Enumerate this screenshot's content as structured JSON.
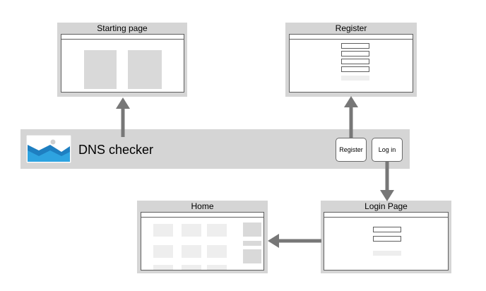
{
  "app": {
    "brand": "DNS checker",
    "nav": {
      "register_label": "Register",
      "login_label": "Log in"
    }
  },
  "screens": {
    "starting_page": {
      "title": "Starting page"
    },
    "register": {
      "title": "Register"
    },
    "login_page": {
      "title": "Login Page"
    },
    "home": {
      "title": "Home"
    }
  },
  "colors": {
    "panel": "#d5d5d5",
    "arrow": "#777777",
    "logo_sky": "#2ea3e0",
    "logo_mountain": "#1e7fc1"
  },
  "icons": {
    "logo": "image-icon"
  }
}
